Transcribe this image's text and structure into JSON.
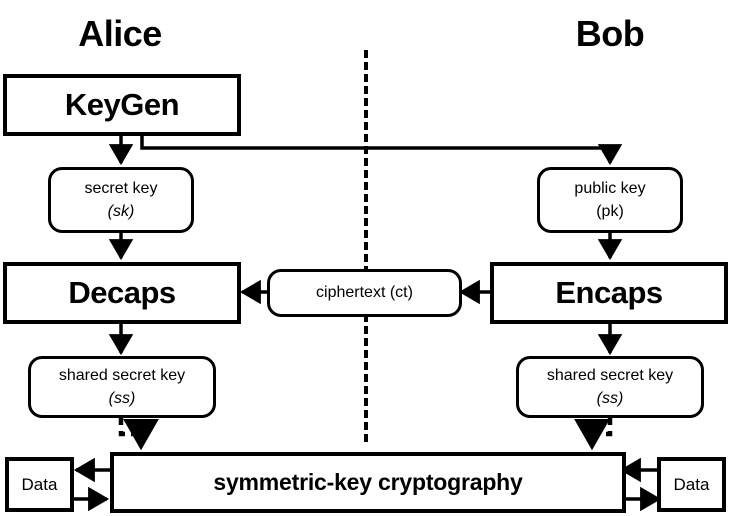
{
  "diagram": {
    "title_alice": "Alice",
    "title_bob": "Bob",
    "parties": {
      "left": "Alice",
      "right": "Bob"
    },
    "nodes": {
      "keygen": "KeyGen",
      "secret_key_line1": "secret key",
      "secret_key_line2": "(sk)",
      "public_key_line1": "public key",
      "public_key_line2": "(pk)",
      "decaps": "Decaps",
      "encaps": "Encaps",
      "ciphertext_text": "ciphertext (",
      "ciphertext_var": "ct",
      "ciphertext_close": ")",
      "shared_secret_left_line1": "shared secret key",
      "shared_secret_left_line2": "(ss)",
      "shared_secret_right_line1": "shared secret key",
      "shared_secret_right_line2": "(ss)",
      "symmetric": "symmetric-key cryptography",
      "data_left": "Data",
      "data_right": "Data"
    },
    "colors": {
      "stroke": "#000000",
      "background": "#ffffff",
      "text": "#000000"
    }
  }
}
